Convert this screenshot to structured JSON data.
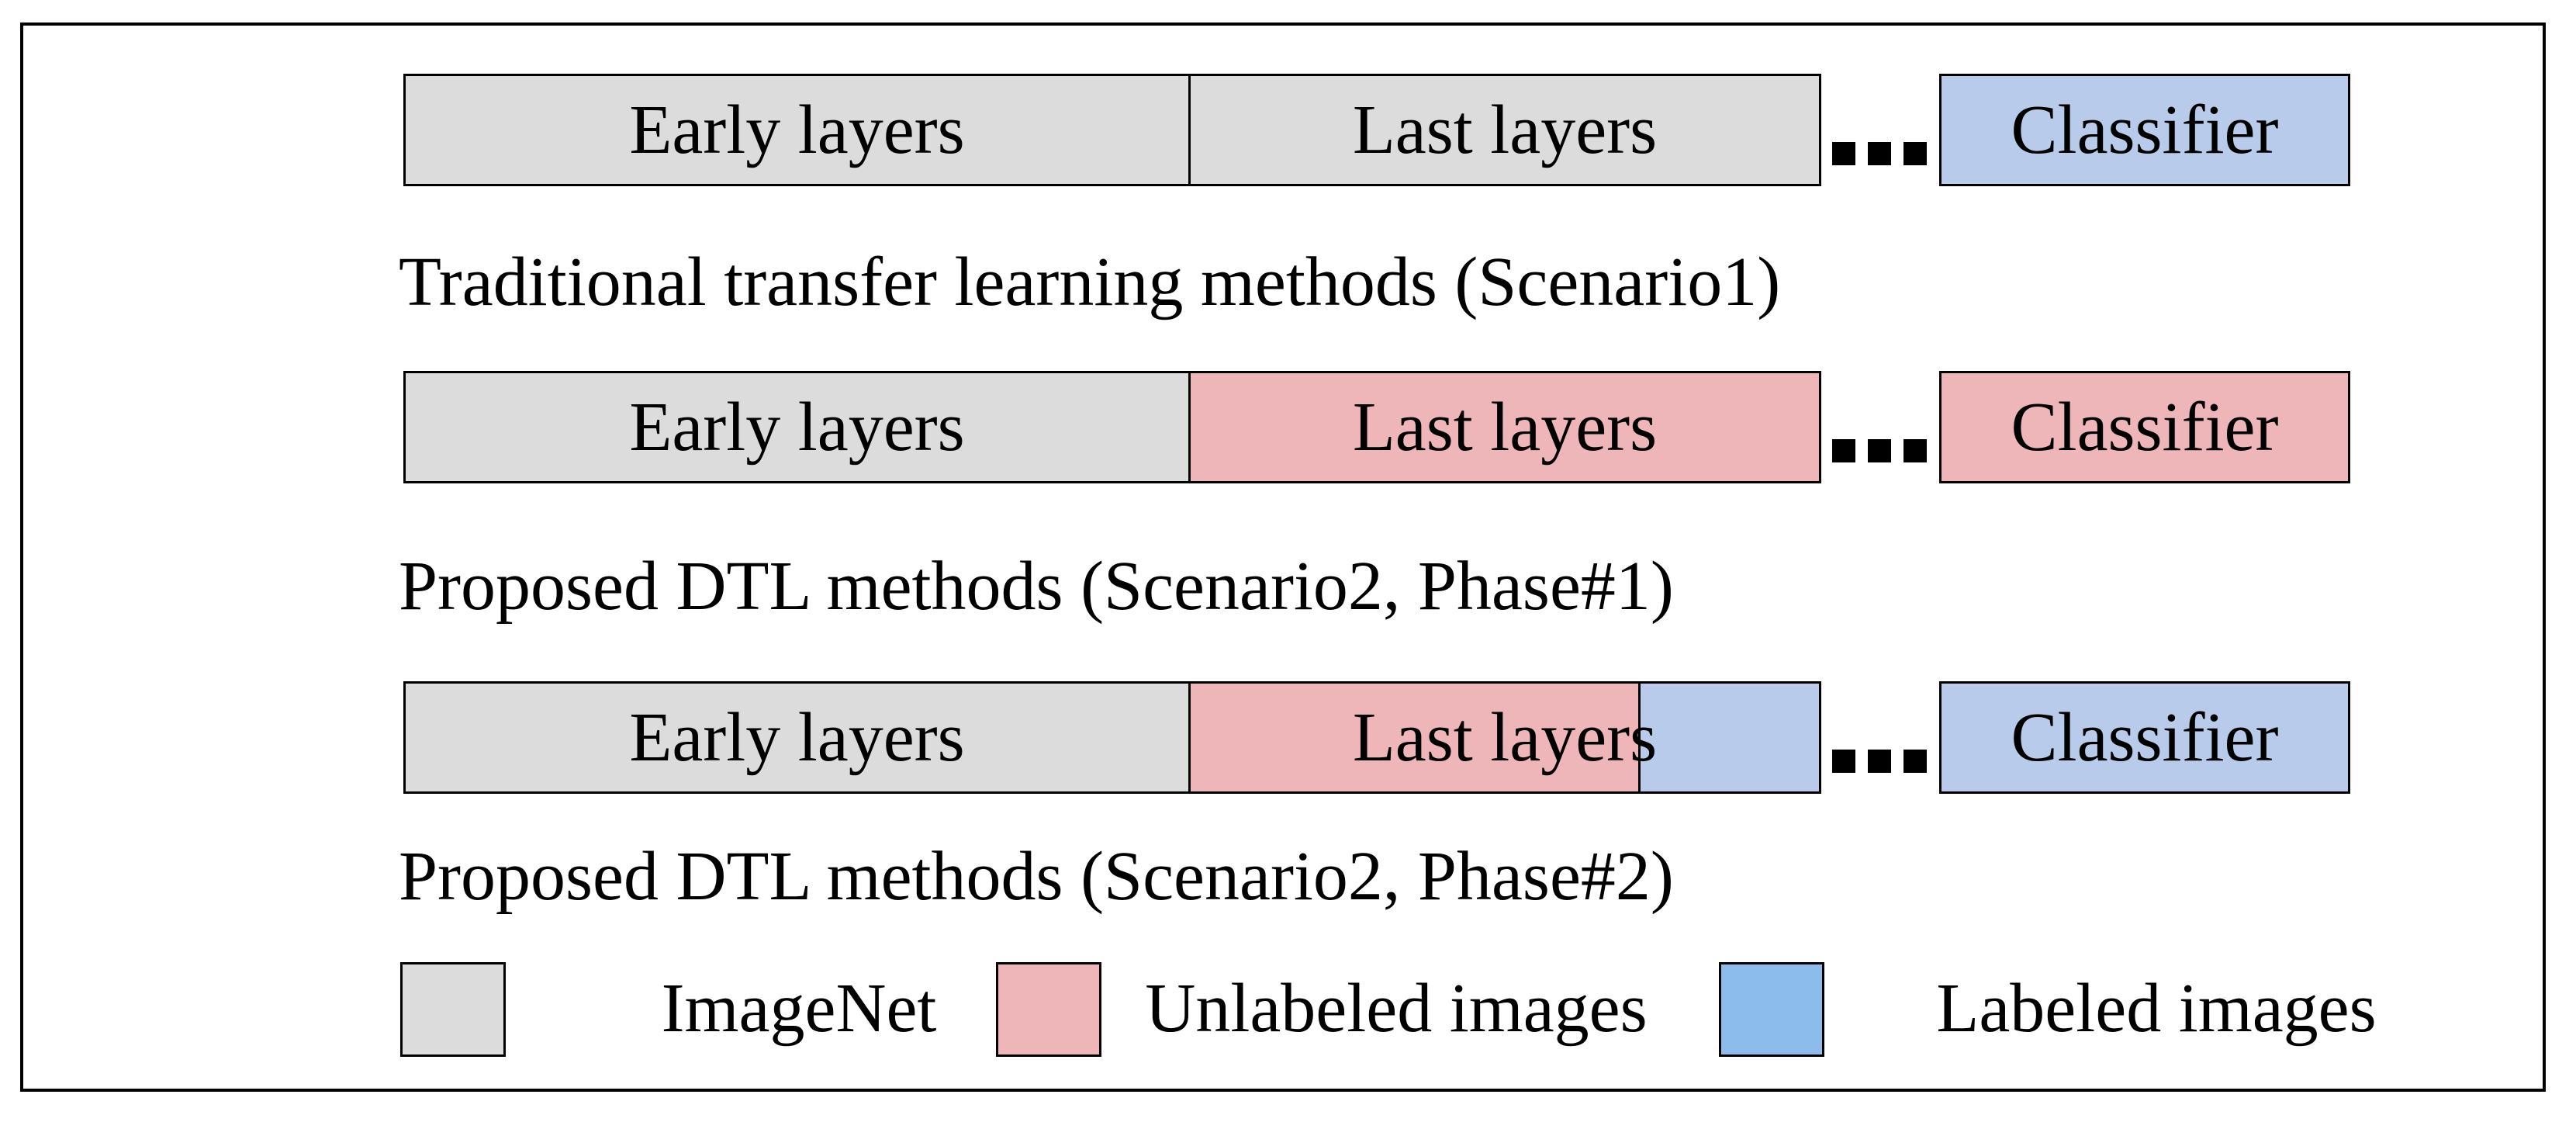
{
  "colors": {
    "imagenet_gray": "#dcdcdc",
    "unlabeled_pink": "#eeb6b8",
    "labeled_sky_blue": "#8cbcec",
    "classifier_lavender": "#b9cbea",
    "border_black": "#000000",
    "background_white": "#ffffff"
  },
  "scenarios": [
    {
      "caption": "Traditional transfer learning methods (Scenario1)",
      "early_layers_label": "Early layers",
      "last_layers_label": "Last layers",
      "classifier_label": "Classifier",
      "early_layers_fill": "imagenet_gray",
      "last_layers_fill": "imagenet_gray",
      "classifier_fill": "classifier_lavender"
    },
    {
      "caption": "Proposed DTL methods (Scenario2, Phase#1)",
      "early_layers_label": "Early layers",
      "last_layers_label": "Last layers",
      "classifier_label": "Classifier",
      "early_layers_fill": "imagenet_gray",
      "last_layers_fill": "unlabeled_pink",
      "classifier_fill": "unlabeled_pink"
    },
    {
      "caption": "Proposed DTL methods (Scenario2, Phase#2)",
      "early_layers_label": "Early layers",
      "last_layers_label": "Last layers",
      "classifier_label": "Classifier",
      "early_layers_fill": "imagenet_gray",
      "last_layers_fill_left": "unlabeled_pink",
      "last_layers_fill_right": "classifier_lavender",
      "classifier_fill": "classifier_lavender"
    }
  ],
  "legend": {
    "imagenet_label": "ImageNet",
    "unlabeled_label": "Unlabeled images",
    "labeled_label": "Labeled images"
  }
}
